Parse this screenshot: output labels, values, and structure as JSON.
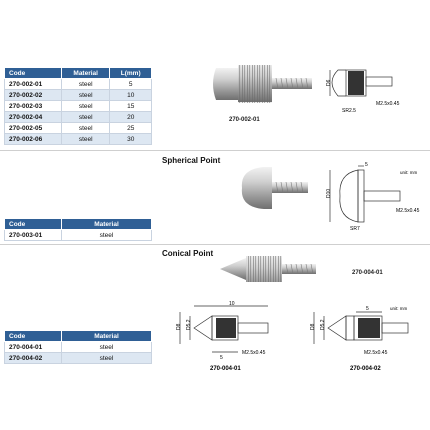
{
  "table_cylindrical": {
    "headers": [
      "Code",
      "Material",
      "L(mm)"
    ],
    "rows": [
      [
        "270-002-01",
        "steel",
        "5"
      ],
      [
        "270-002-02",
        "steel",
        "10"
      ],
      [
        "270-002-03",
        "steel",
        "15"
      ],
      [
        "270-002-04",
        "steel",
        "20"
      ],
      [
        "270-002-05",
        "steel",
        "25"
      ],
      [
        "270-002-06",
        "steel",
        "30"
      ]
    ]
  },
  "caption_1": "270-002-01",
  "drawing_1": {
    "dim_dia": "D6",
    "dim_sr": "SR2.5",
    "dim_thread": "M2.5x0.45"
  },
  "section_spherical": "Spherical Point",
  "table_spherical": {
    "headers": [
      "Code",
      "Material"
    ],
    "rows": [
      [
        "270-003-01",
        "steel"
      ]
    ]
  },
  "drawing_2": {
    "unit": "unit: mm",
    "dim_len": "5",
    "dim_dia": "D10",
    "dim_sr": "SR7",
    "dim_thread": "M2.5x0.45"
  },
  "section_conical": "Conical Point",
  "caption_conical": "270-004-01",
  "table_conical": {
    "headers": [
      "Code",
      "Material"
    ],
    "rows": [
      [
        "270-004-01",
        "steel"
      ],
      [
        "270-004-02",
        "steel"
      ]
    ]
  },
  "drawing_3": {
    "dim_len": "10",
    "dim_a": "D5.2",
    "dim_b": "D8",
    "dim_5": "5",
    "dim_thread": "M2.5x0.45",
    "caption": "270-004-01"
  },
  "drawing_4": {
    "unit": "unit: mm",
    "dim_len": "5",
    "dim_a": "D5.2",
    "dim_b": "D8",
    "dim_thread": "M2.5x0.45",
    "caption": "270-004-02"
  }
}
